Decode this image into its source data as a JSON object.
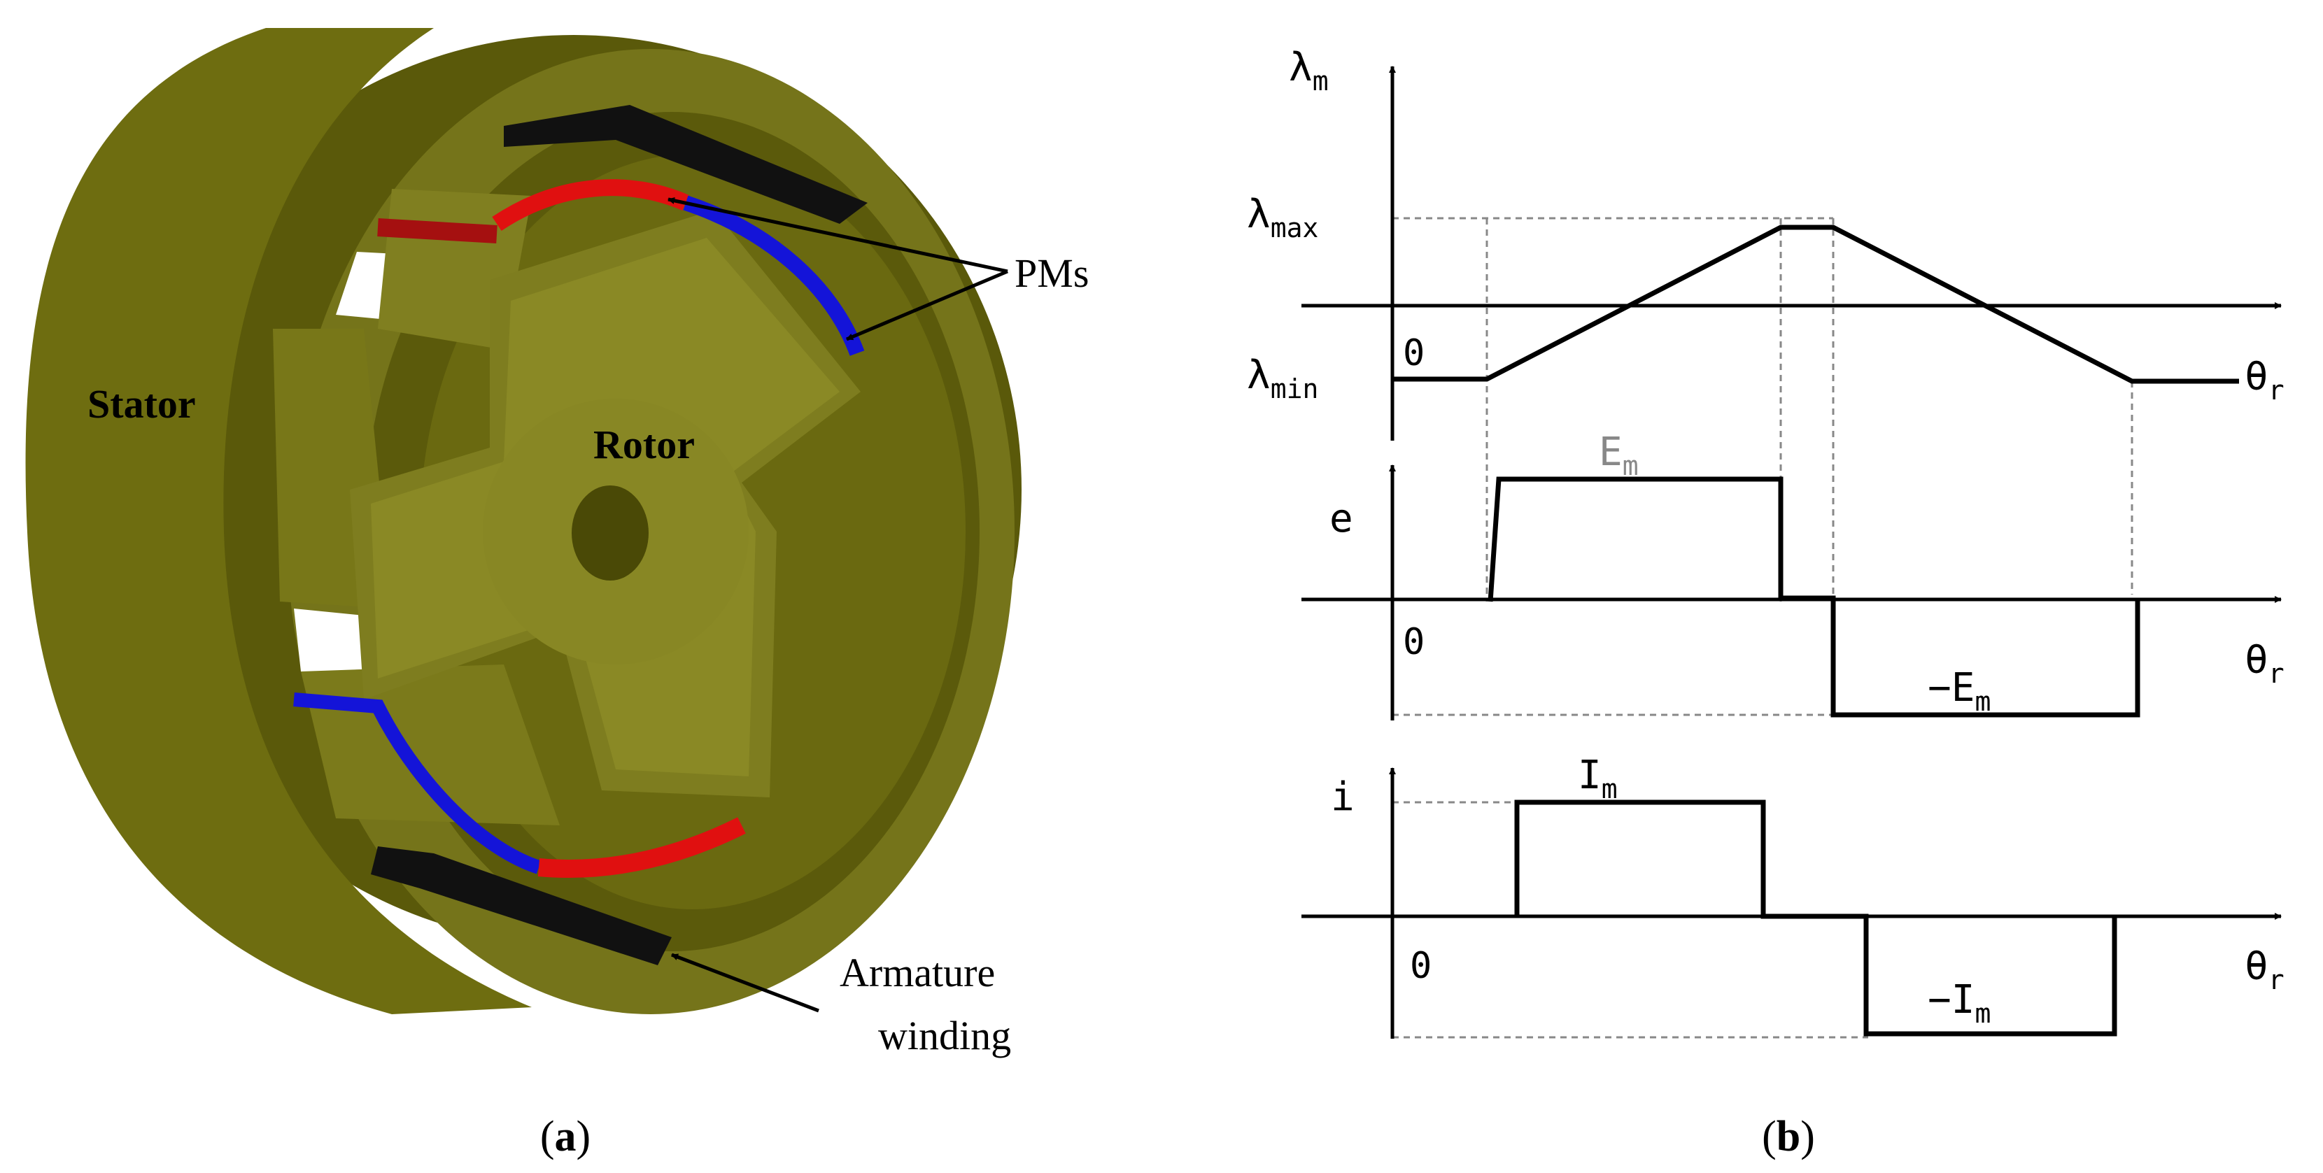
{
  "panel_a": {
    "caption_open": "(",
    "caption_letter": "a",
    "caption_close": ")",
    "labels": {
      "stator": "Stator",
      "rotor": "Rotor",
      "pms": "PMs",
      "armature_line1": "Armature",
      "armature_line2": "winding"
    },
    "colors": {
      "body": "#6b6a0f",
      "body_light": "#87861c",
      "body_dark": "#4e4d07",
      "pm_red": "#e01010",
      "pm_blue": "#1414d8",
      "winding": "#111111"
    }
  },
  "panel_b": {
    "caption_open": "(",
    "caption_letter": "b",
    "caption_close": ")",
    "flux": {
      "y_symbol": "λ",
      "y_sub": "m",
      "max_symbol": "λ",
      "max_sub": "max",
      "min_symbol": "λ",
      "min_sub": "min",
      "zero": "0",
      "x_symbol": "θ",
      "x_sub": "r"
    },
    "emf": {
      "y_symbol": "e",
      "pos_symbol": "E",
      "pos_sub": "m",
      "neg_symbol": "−E",
      "neg_sub": "m",
      "zero": "0",
      "x_symbol": "θ",
      "x_sub": "r"
    },
    "current": {
      "y_symbol": "i",
      "pos_symbol": "I",
      "pos_sub": "m",
      "neg_symbol": "−I",
      "neg_sub": "m",
      "zero": "0",
      "x_symbol": "θ",
      "x_sub": "r"
    }
  }
}
